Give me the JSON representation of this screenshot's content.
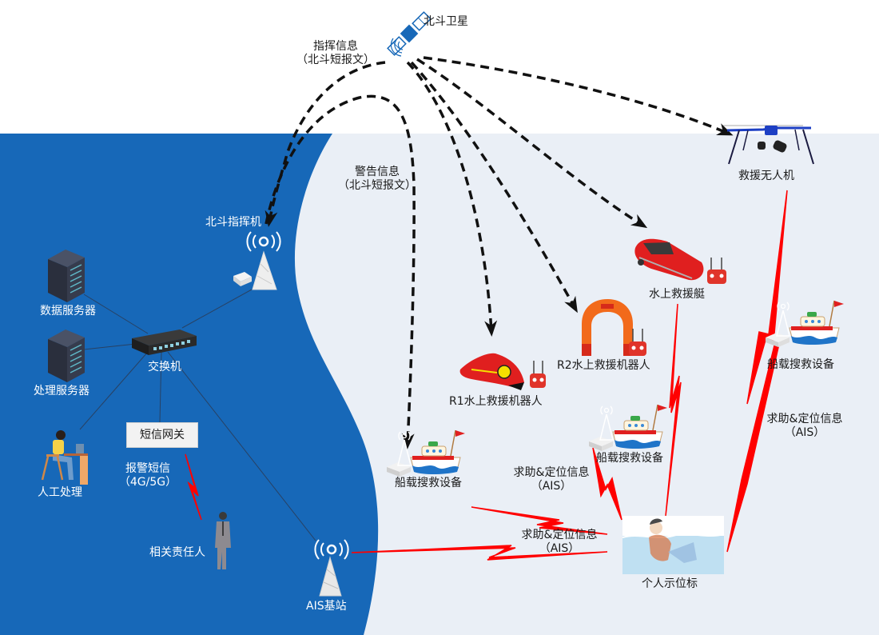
{
  "colors": {
    "land_blue": "#1768b8",
    "sea_bg": "#eaeff6",
    "sky_bg": "#ffffff",
    "signal_red": "#ff0000",
    "arrow_black": "#111111",
    "satellite_blue": "#1768b8"
  },
  "nodes": {
    "satellite": "北斗卫星",
    "command_msg_line1": "指挥信息",
    "command_msg_line2": "（北斗短报文）",
    "warning_msg_line1": "警告信息",
    "warning_msg_line2": "（北斗短报文）",
    "beidou_commander": "北斗指挥机",
    "data_server": "数据服务器",
    "processing_server": "处理服务器",
    "switch": "交换机",
    "sms_gateway": "短信网关",
    "manual_processing": "人工处理",
    "alarm_sms_line1": "报警短信",
    "alarm_sms_line2": "（4G/5G）",
    "responsible_person": "相关责任人",
    "ais_base_station": "AIS基站",
    "rescue_drone": "救援无人机",
    "rescue_boat": "水上救援艇",
    "r1_robot": "R1水上救援机器人",
    "r2_robot": "R2水上救援机器人",
    "shipborne_left": "船载搜救设备",
    "shipborne_mid": "船载搜救设备",
    "shipborne_right": "船载搜救设备",
    "personal_beacon": "个人示位标",
    "sos_ais_left_line1": "求助&定位信息",
    "sos_ais_left_line2": "（AIS）",
    "sos_ais_bottom_line1": "求助&定位信息",
    "sos_ais_bottom_line2": "（AIS）",
    "sos_ais_right_line1": "求助&定位信息",
    "sos_ais_right_line2": "（AIS）"
  }
}
